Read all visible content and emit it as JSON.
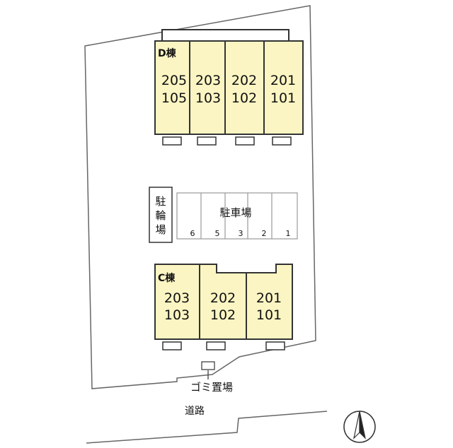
{
  "colors": {
    "unit_fill": "#fbf5c3",
    "outline": "#333333",
    "background": "#ffffff"
  },
  "building_d": {
    "label": "D棟",
    "units": [
      {
        "upper": "205",
        "lower": "105"
      },
      {
        "upper": "203",
        "lower": "103"
      },
      {
        "upper": "202",
        "lower": "102"
      },
      {
        "upper": "201",
        "lower": "101"
      }
    ]
  },
  "building_c": {
    "label": "C棟",
    "units": [
      {
        "upper": "203",
        "lower": "103"
      },
      {
        "upper": "202",
        "lower": "102"
      },
      {
        "upper": "201",
        "lower": "101"
      }
    ]
  },
  "bicycle_parking": {
    "chars": [
      "駐",
      "輪",
      "場"
    ]
  },
  "car_parking": {
    "label": "駐車場",
    "spaces": [
      "6",
      "5",
      "3",
      "2",
      "1"
    ]
  },
  "garbage": {
    "label": "ゴミ置場"
  },
  "road": {
    "label": "道路"
  },
  "compass": {
    "icon": "north-arrow-icon"
  }
}
